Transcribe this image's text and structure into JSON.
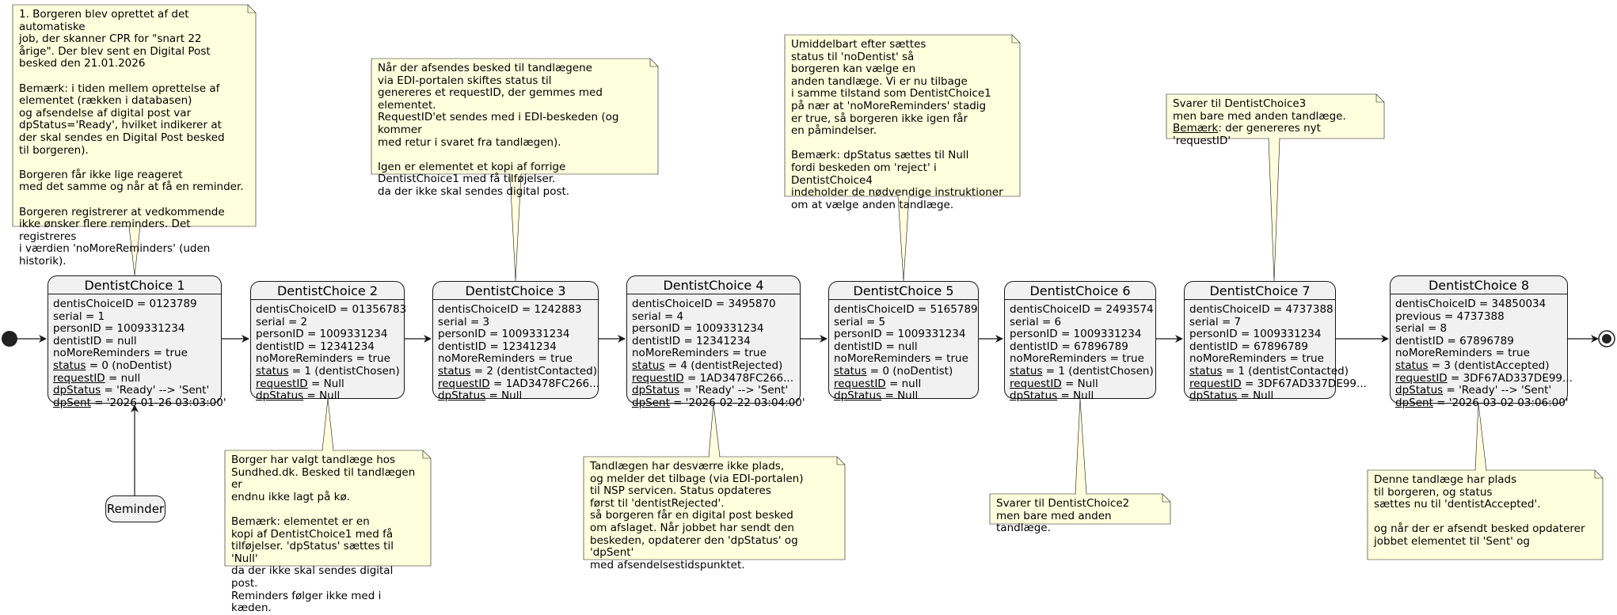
{
  "states": [
    {
      "id": "s1",
      "title": "DentistChoice 1",
      "attributes": [
        {
          "text": "dentisChoiceID = 0123789"
        },
        {
          "text": "serial = 1"
        },
        {
          "text": "personID = 1009331234"
        },
        {
          "text": "dentistID = null"
        },
        {
          "text": "noMoreReminders = true"
        },
        {
          "key": "status",
          "text": " = 0 (noDentist)"
        },
        {
          "key": "requestID",
          "text": " = null"
        },
        {
          "key": "dpStatus",
          "text": " = 'Ready' --> 'Sent'"
        },
        {
          "key": "dpSent",
          "text": " = '2026-01-26 03:03:00'"
        }
      ]
    },
    {
      "id": "s2",
      "title": "DentistChoice 2",
      "attributes": [
        {
          "text": "dentisChoiceID = 01356783"
        },
        {
          "text": "serial = 2"
        },
        {
          "text": "personID = 1009331234"
        },
        {
          "text": "dentistID = 12341234"
        },
        {
          "text": "noMoreReminders = true"
        },
        {
          "key": "status",
          "text": " = 1 (dentistChosen)"
        },
        {
          "key": "requestID",
          "text": " = Null"
        },
        {
          "key": "dpStatus",
          "text": " = Null"
        }
      ]
    },
    {
      "id": "s3",
      "title": "DentistChoice 3",
      "attributes": [
        {
          "text": "dentisChoiceID = 1242883"
        },
        {
          "text": "serial = 3"
        },
        {
          "text": "personID = 1009331234"
        },
        {
          "text": "dentistID = 12341234"
        },
        {
          "text": "noMoreReminders = true"
        },
        {
          "key": "status",
          "text": " = 2 (dentistContacted)"
        },
        {
          "key": "requestID",
          "text": " = 1AD3478FC266..."
        },
        {
          "key": "dpStatus",
          "text": " = Null"
        }
      ]
    },
    {
      "id": "s4",
      "title": "DentistChoice 4",
      "attributes": [
        {
          "text": "dentisChoiceID = 3495870"
        },
        {
          "text": "serial = 4"
        },
        {
          "text": "personID = 1009331234"
        },
        {
          "text": "dentistID = 12341234"
        },
        {
          "text": "noMoreReminders = true"
        },
        {
          "key": "status",
          "text": " = 4 (dentistRejected)"
        },
        {
          "key": "requestID",
          "text": " = 1AD3478FC266..."
        },
        {
          "key": "dpStatus",
          "text": " = 'Ready' --> 'Sent'"
        },
        {
          "key": "dpSent",
          "text": " = '2026-02-22 03:04:00'"
        }
      ]
    },
    {
      "id": "s5",
      "title": "DentistChoice 5",
      "attributes": [
        {
          "text": "dentisChoiceID = 5165789"
        },
        {
          "text": "serial = 5"
        },
        {
          "text": "personID = 1009331234"
        },
        {
          "text": "dentistID = null"
        },
        {
          "text": "noMoreReminders = true"
        },
        {
          "key": "status",
          "text": " = 0 (noDentist)"
        },
        {
          "key": "requestID",
          "text": " = null"
        },
        {
          "key": "dpStatus",
          "text": " = Null"
        }
      ]
    },
    {
      "id": "s6",
      "title": "DentistChoice 6",
      "attributes": [
        {
          "text": "dentisChoiceID = 2493574"
        },
        {
          "text": "serial = 6"
        },
        {
          "text": "personID = 1009331234"
        },
        {
          "text": "dentistID = 67896789"
        },
        {
          "text": "noMoreReminders = true"
        },
        {
          "key": "status",
          "text": " = 1 (dentistChosen)"
        },
        {
          "key": "requestID",
          "text": " = Null"
        },
        {
          "key": "dpStatus",
          "text": " = Null"
        }
      ]
    },
    {
      "id": "s7",
      "title": "DentistChoice 7",
      "attributes": [
        {
          "text": "dentisChoiceID = 4737388"
        },
        {
          "text": "serial = 7"
        },
        {
          "text": "personID = 1009331234"
        },
        {
          "text": "dentistID = 67896789"
        },
        {
          "text": "noMoreReminders = true"
        },
        {
          "key": "status",
          "text": " = 1 (dentistContacted)"
        },
        {
          "key": "requestID",
          "text": " = 3DF67AD337DE99..."
        },
        {
          "key": "dpStatus",
          "text": " = Null"
        }
      ]
    },
    {
      "id": "s8",
      "title": "DentistChoice 8",
      "attributes": [
        {
          "text": "dentisChoiceID = 34850034"
        },
        {
          "text": "previous = 4737388"
        },
        {
          "text": "serial = 8"
        },
        {
          "text": "dentistID = 67896789"
        },
        {
          "text": "noMoreReminders = true"
        },
        {
          "key": "status",
          "text": " = 3 (dentistAccepted)"
        },
        {
          "key": "requestID",
          "text": " = 3DF67AD337DE99..."
        },
        {
          "key": "dpStatus",
          "text": " = 'Ready' --> 'Sent'"
        },
        {
          "key": "dpSent",
          "text": " = '2026-03-02 03:06:00'"
        }
      ]
    }
  ],
  "reminder_state": {
    "title": "Reminder"
  },
  "notes": [
    {
      "id": "n1",
      "lines": [
        {
          "text": "1. Borgeren blev oprettet af det automatiske"
        },
        {
          "text": "job, der skanner CPR for \"snart 22"
        },
        {
          "text": "årige\". Der blev sent en Digital Post"
        },
        {
          "text": "besked den 21.01.2026"
        },
        {
          "text": ""
        },
        {
          "text": "Bemærk: i tiden mellem oprettelse af"
        },
        {
          "text": "elementet (rækken i databasen)"
        },
        {
          "text": "og afsendelse af digital post var"
        },
        {
          "text": "dpStatus='Ready', hvilket indikerer at"
        },
        {
          "text": "der skal sendes en Digital Post besked"
        },
        {
          "text": "til borgeren)."
        },
        {
          "text": ""
        },
        {
          "text": "Borgeren får ikke lige reageret"
        },
        {
          "text": "med det samme og når at få en reminder."
        },
        {
          "text": ""
        },
        {
          "text": "Borgeren registrerer at vedkommende"
        },
        {
          "text": "ikke ønsker flere reminders. Det registreres"
        },
        {
          "text": "i værdien 'noMoreReminders' (uden historik)."
        }
      ]
    },
    {
      "id": "n2",
      "lines": [
        {
          "text": "Borger har valgt tandlæge hos"
        },
        {
          "text": "Sundhed.dk. Besked til tandlægen er"
        },
        {
          "text": "endnu ikke lagt på kø."
        },
        {
          "text": ""
        },
        {
          "text": "Bemærk: elementet er en"
        },
        {
          "text": "kopi af DentistChoice1 med få"
        },
        {
          "text": "tilføjelser. 'dpStatus' sættes til 'Null'"
        },
        {
          "text": "da der ikke skal sendes digital post."
        },
        {
          "text": "Reminders følger ikke med i kæden."
        }
      ]
    },
    {
      "id": "n3",
      "lines": [
        {
          "text": "Når der afsendes besked til tandlægene"
        },
        {
          "text": "via EDI-portalen skiftes status til"
        },
        {
          "text": "genereres et requestID, der gemmes med elementet."
        },
        {
          "text": "RequestID'et sendes med i EDI-beskeden (og kommer"
        },
        {
          "text": "med retur i svaret fra tandlægen)."
        },
        {
          "text": ""
        },
        {
          "text": "Igen er elementet et kopi af forrige"
        },
        {
          "text": "DentistChoice1 med få tilføjelser."
        },
        {
          "text": "da der ikke skal sendes digital post."
        }
      ]
    },
    {
      "id": "n4",
      "lines": [
        {
          "text": "Tandlægen har desværre ikke plads,"
        },
        {
          "text": "og melder det tilbage (via EDI-portalen)"
        },
        {
          "text": "til NSP servicen. Status opdateres"
        },
        {
          "text": "først til 'dentistRejected'."
        },
        {
          "text": "så borgeren får en digital post besked"
        },
        {
          "text": "om afslaget. Når jobbet har sendt den"
        },
        {
          "text": "beskeden, opdaterer den 'dpStatus' og 'dpSent'"
        },
        {
          "text": "med afsendelsestidspunktet."
        }
      ]
    },
    {
      "id": "n5",
      "lines": [
        {
          "text": "Umiddelbart efter sættes"
        },
        {
          "text": "status til 'noDentist' så"
        },
        {
          "text": "borgeren kan vælge en"
        },
        {
          "text": "anden tandlæge. Vi er nu tilbage"
        },
        {
          "text": "i samme tilstand som DentistChoice1"
        },
        {
          "text": "på nær at 'noMoreReminders' stadig"
        },
        {
          "text": "er true, så borgeren ikke igen får"
        },
        {
          "text": "en påmindelser."
        },
        {
          "text": ""
        },
        {
          "text": "Bemærk: dpStatus sættes til Null"
        },
        {
          "text": "fordi beskeden om 'reject' i DentistChoice4"
        },
        {
          "text": "indeholder de nødvendige instruktioner"
        },
        {
          "text": "om at vælge anden tandlæge."
        }
      ]
    },
    {
      "id": "n6",
      "lines": [
        {
          "text": "Svarer til DentistChoice2"
        },
        {
          "text": "men bare med anden tandlæge."
        }
      ]
    },
    {
      "id": "n7",
      "lines": [
        {
          "text": "Svarer til DentistChoice3"
        },
        {
          "text": "men bare med anden tandlæge."
        },
        {
          "key": "Bemærk",
          "text": ": der genereres nyt 'requestID'"
        }
      ]
    },
    {
      "id": "n8",
      "lines": [
        {
          "text": "Denne tandlæge har plads"
        },
        {
          "text": "til borgeren, og status"
        },
        {
          "text": "sættes nu til 'dentistAccepted'."
        },
        {
          "text": ""
        },
        {
          "text": "og når der er afsendt besked opdaterer"
        },
        {
          "text": "jobbet elementet til 'Sent' og"
        }
      ]
    }
  ],
  "colors": {
    "state_fill": "#f1f1f1",
    "border": "#181818",
    "note_fill": "#feffdd"
  }
}
